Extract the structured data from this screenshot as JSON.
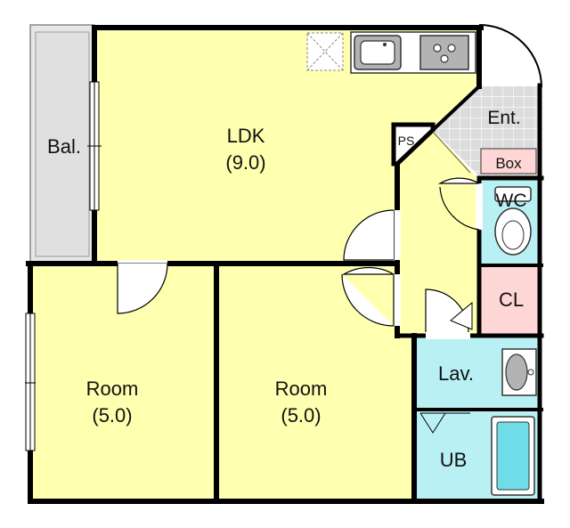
{
  "rooms": {
    "balcony": "Bal.",
    "ldk_name": "LDK",
    "ldk_size": "(9.0)",
    "entrance": "Ent.",
    "box": "Box",
    "ps": "PS",
    "wc": "WC",
    "closet": "CL",
    "lavatory": "Lav.",
    "bath": "UB",
    "room1_name": "Room",
    "room1_size": "(5.0)",
    "room2_name": "Room",
    "room2_size": "(5.0)"
  },
  "colors": {
    "room_fill": "#ffffb0",
    "wet_fill": "#b8f0f4",
    "closet_fill": "#ffd6d6",
    "entrance_fill": "#dcdcdc",
    "wall": "#000000"
  }
}
